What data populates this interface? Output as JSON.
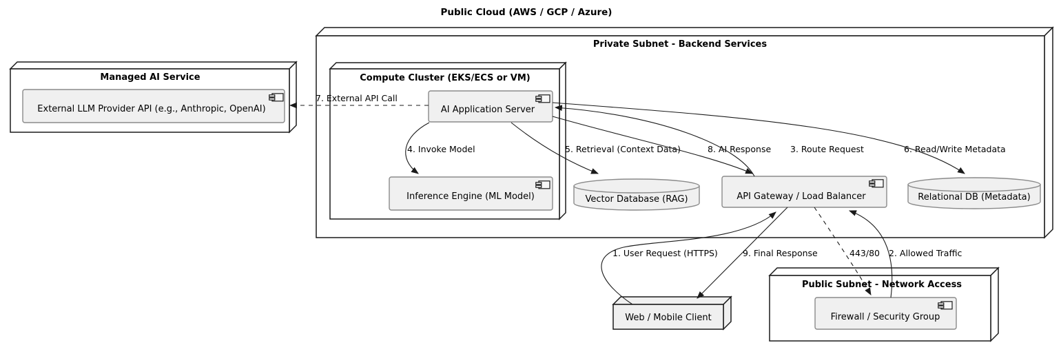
{
  "diagram": {
    "title": "Public Cloud (AWS / GCP / Azure)",
    "containers": {
      "private_subnet": {
        "label": "Private Subnet - Backend Services"
      },
      "managed_ai": {
        "label": "Managed AI Service"
      },
      "compute_cluster": {
        "label": "Compute Cluster (EKS/ECS or VM)"
      },
      "public_subnet": {
        "label": "Public Subnet - Network Access"
      }
    },
    "components": {
      "external_llm": {
        "label": "External LLM Provider API (e.g., Anthropic, OpenAI)"
      },
      "ai_app_server": {
        "label": "AI Application Server"
      },
      "inference_engine": {
        "label": "Inference Engine (ML Model)"
      },
      "api_gateway": {
        "label": "API Gateway / Load Balancer"
      },
      "firewall": {
        "label": "Firewall / Security Group"
      }
    },
    "databases": {
      "vector_db": {
        "label": "Vector Database (RAG)"
      },
      "relational_db": {
        "label": "Relational DB (Metadata)"
      }
    },
    "nodes": {
      "web_client": {
        "label": "Web / Mobile Client"
      }
    },
    "edges": {
      "user_request": {
        "label": "1. User Request (HTTPS)"
      },
      "allowed_traffic": {
        "label": "2. Allowed Traffic"
      },
      "route_request": {
        "label": "3. Route Request"
      },
      "invoke_model": {
        "label": "4. Invoke Model"
      },
      "retrieval": {
        "label": "5. Retrieval (Context Data)"
      },
      "read_write_metadata": {
        "label": "6. Read/Write Metadata"
      },
      "external_api_call": {
        "label": "7. External API Call"
      },
      "ai_response": {
        "label": "8. AI Response"
      },
      "final_response": {
        "label": "9. Final Response"
      },
      "port": {
        "label": "443/80"
      }
    },
    "colors": {
      "node_border": "#1a1a1a",
      "node_fill": "#ffffff",
      "client_node_fill": "#f0f0f0",
      "component_fill": "#f0f0f0",
      "component_border": "#8a8a8a",
      "edge_stroke": "#1a1a1a",
      "text": "#000000",
      "background": "#ffffff"
    }
  }
}
